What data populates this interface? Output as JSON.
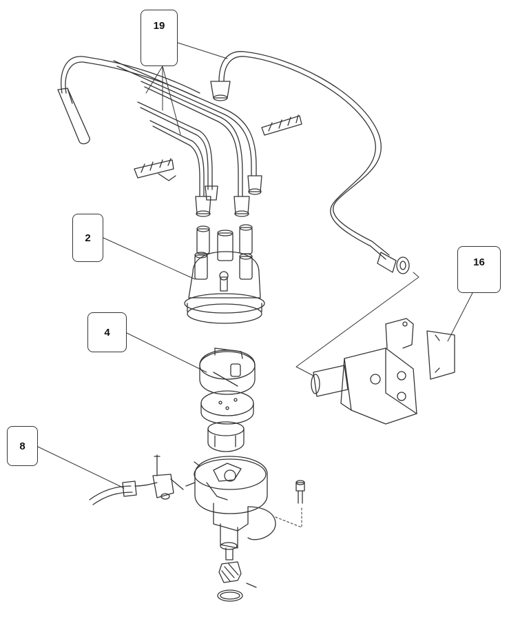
{
  "callouts": {
    "part_19": "19",
    "part_2": "2",
    "part_4": "4",
    "part_8": "8",
    "part_16": "16"
  },
  "colors": {
    "line": "#333333",
    "background": "#ffffff"
  },
  "parts": [
    "spark-plug-wires",
    "distributor-cap",
    "rotor",
    "distributor-wiring-connector",
    "ignition-coil"
  ]
}
